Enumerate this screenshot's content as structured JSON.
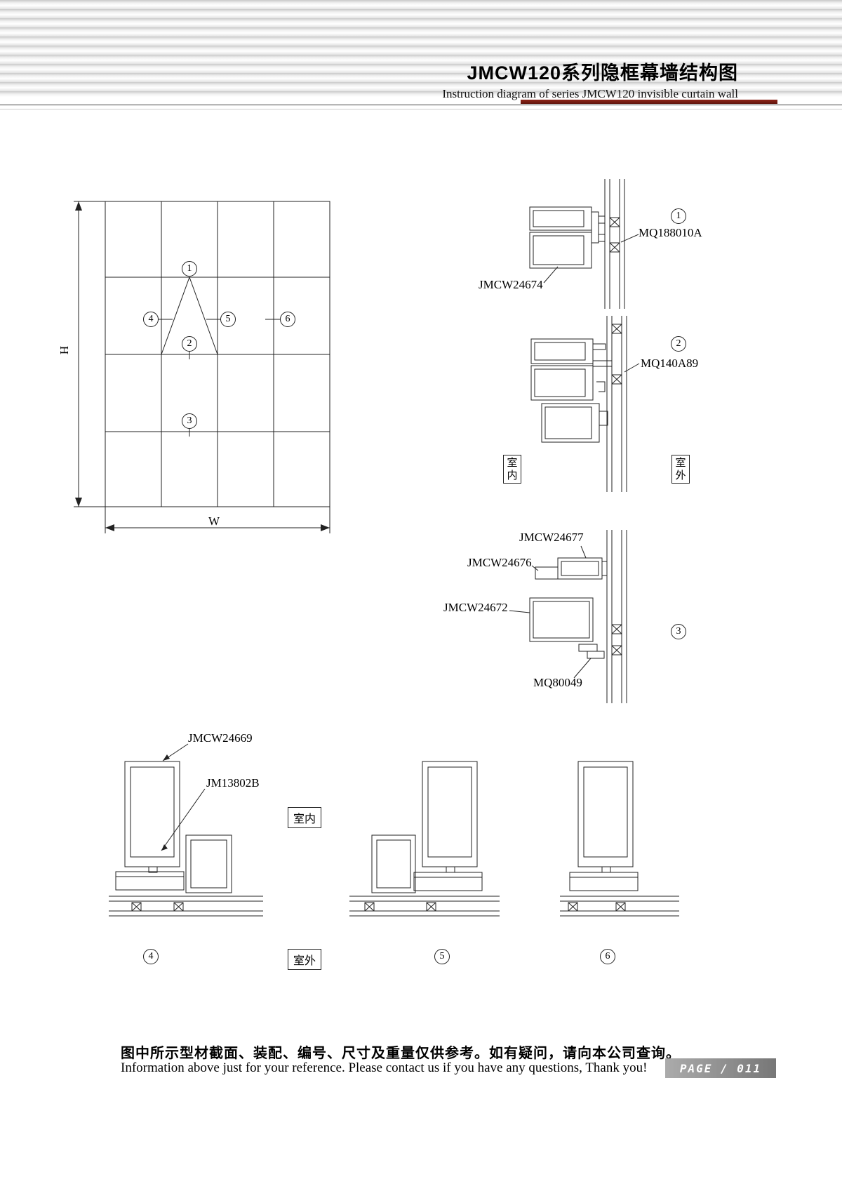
{
  "header": {
    "title_cn": "JMCW120系列隐框幕墙结构图",
    "title_en": "Instruction diagram of series JMCW120 invisible curtain wall"
  },
  "colors": {
    "accent_red": "#8e2418",
    "page_box_light": "#ababab",
    "page_box_dark": "#777777"
  },
  "elevation": {
    "h_label": "H",
    "w_label": "W",
    "markers": {
      "m1": "1",
      "m2": "2",
      "m3": "3",
      "m4": "4",
      "m5": "5",
      "m6": "6"
    }
  },
  "details": {
    "d1": {
      "num": "1",
      "label_mq": "MQ188010A",
      "label_jmcw": "JMCW24674"
    },
    "d2": {
      "num": "2",
      "label_mq": "MQ140A89",
      "indoor": "室内",
      "outdoor": "室外"
    },
    "d3": {
      "num": "3",
      "label_1": "JMCW24677",
      "label_2": "JMCW24676",
      "label_3": "JMCW24672",
      "label_4": "MQ80049"
    },
    "d4": {
      "num": "4",
      "label_1": "JMCW24669",
      "label_2": "JM13802B"
    },
    "d5": {
      "num": "5"
    },
    "d6": {
      "num": "6"
    },
    "indoor_bottom": "室内",
    "outdoor_bottom": "室外"
  },
  "footer": {
    "note_cn": "图中所示型材截面、装配、编号、尺寸及重量仅供参考。如有疑问，请向本公司查询。",
    "note_en": "Information above just for your reference. Please contact us if you have any questions, Thank you!",
    "page": "PAGE / 011"
  }
}
